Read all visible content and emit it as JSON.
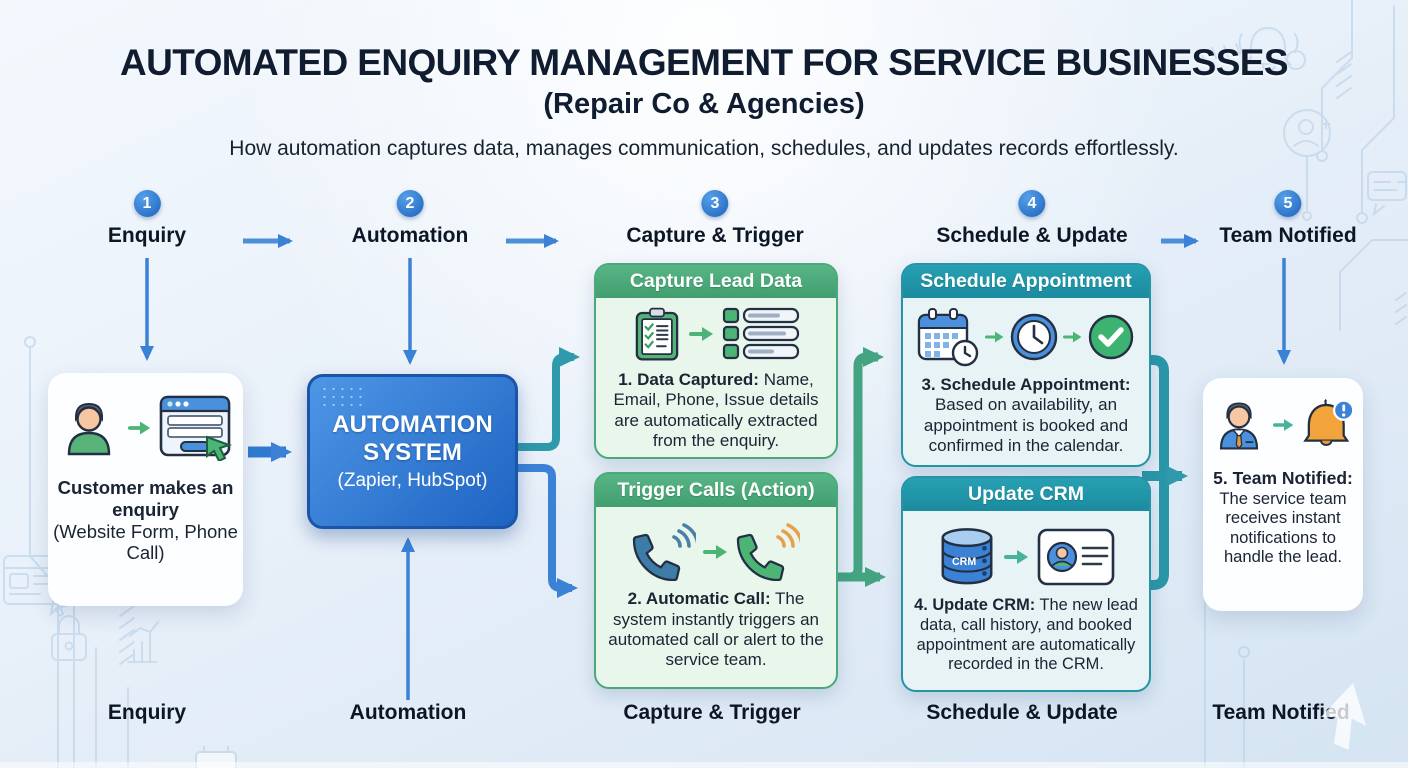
{
  "header": {
    "title": "AUTOMATED ENQUIRY MANAGEMENT FOR SERVICE BUSINESSES",
    "subtitle": "(Repair Co & Agencies)",
    "tagline": "How automation captures data, manages communication, schedules, and updates records effortlessly."
  },
  "steps": [
    {
      "num": "1",
      "label": "Enquiry"
    },
    {
      "num": "2",
      "label": "Automation"
    },
    {
      "num": "3",
      "label": "Capture & Trigger"
    },
    {
      "num": "4",
      "label": "Schedule & Update"
    },
    {
      "num": "5",
      "label": "Team Notified"
    }
  ],
  "bottom_labels": [
    "Enquiry",
    "Automation",
    "Capture & Trigger",
    "Schedule & Update",
    "Team Notified"
  ],
  "cards": {
    "enquiry": {
      "title_line1": "Customer makes an enquiry",
      "subtitle": "(Website Form, Phone Call)"
    },
    "automation": {
      "line1": "AUTOMATION",
      "line2": "SYSTEM",
      "line3": "(Zapier, HubSpot)"
    },
    "capture": {
      "header": "Capture Lead Data",
      "bold": "1. Data Captured:",
      "text": " Name, Email, Phone, Issue details are automatically extracted from the enquiry."
    },
    "trigger": {
      "header": "Trigger Calls (Action)",
      "bold": "2. Automatic Call:",
      "text": " The system instantly triggers an automated call or alert to the service team."
    },
    "schedule": {
      "header": "Schedule Appointment",
      "bold": "3. Schedule Appointment:",
      "text": " Based on availability, an appointment is booked and confirmed in the calendar."
    },
    "crm": {
      "header": "Update CRM",
      "bold": "4. Update CRM:",
      "text": " The new lead data, call history, and booked appointment are automatically recorded in the CRM.",
      "db_label": "CRM"
    },
    "notified": {
      "bold": "5. Team Notified:",
      "text": " The service team receives instant notifications to handle the lead."
    }
  },
  "icons": [
    "person",
    "browser-form",
    "clipboard-checklist",
    "data-list",
    "phone",
    "phone-ringing",
    "calendar-clock",
    "clock",
    "check-circle",
    "crm-database",
    "contact-card",
    "team-member",
    "notification-bell"
  ],
  "colors": {
    "step_badge_blue": "#2b7ccc",
    "arrow_blue": "#3b82d6",
    "arrow_teal": "#2f9aab",
    "arrow_green": "#44a380",
    "green_header": "#49ab7b",
    "green_body": "#e9f6ec",
    "teal_header": "#1f98aa",
    "teal_body": "#e7f3f5",
    "automation_box": "#2d74d2",
    "title_text": "#101c30"
  }
}
